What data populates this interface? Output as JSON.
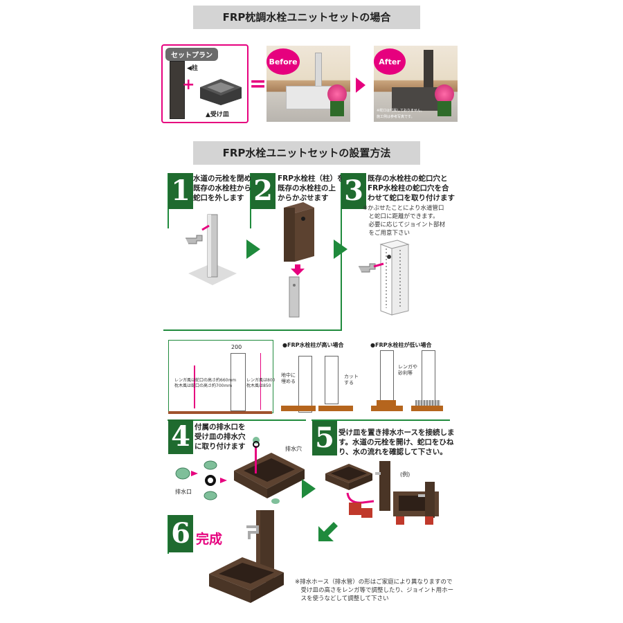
{
  "sections": {
    "set_title": "FRP枕調水栓ユニットセットの場合",
    "install_title": "FRP水栓ユニットセットの設置方法"
  },
  "set_plan": {
    "label": "セットプラン",
    "pillar_label": "◀柱",
    "basin_label": "▲受け皿",
    "plus": "+",
    "equals": "="
  },
  "photos": {
    "before_label": "Before",
    "after_label": "After",
    "after_caption_1": "※蛇口は付属しておりません。",
    "after_caption_2": "施工例は参考写真です。"
  },
  "steps": [
    {
      "num": "1",
      "text": "水道の元栓を閉め\n既存の水栓柱から\n蛇口を外します"
    },
    {
      "num": "2",
      "text": "FRP水栓柱（柱）を\n既存の水栓柱の上\nからかぶせます"
    },
    {
      "num": "3",
      "text": "既存の水栓柱の蛇口穴と\nFRP水栓柱の蛇口穴を合\nわせて蛇口を取り付けます",
      "note": "※かぶせたことにより水道管口\n　と蛇口に距離ができます。\n　必要に応じてジョイント部材\n　をご用意下さい"
    },
    {
      "num": "4",
      "text": "付属の排水口を\n受け皿の排水穴\nに取り付けます"
    },
    {
      "num": "5",
      "text": "受け皿を置き排水ホースを接続しま\nす。水道の元栓を開け、蛇口をひね\nり、水の流れを確認して下さい。"
    },
    {
      "num": "6",
      "text": "完成"
    }
  ],
  "dimensions": {
    "width": "200",
    "left_note": "レンガ風は蛇口の高さ約660mm\n枕木風は蛇口の高さ約700mm",
    "right_note": "レンガ風は800\n枕木風は850",
    "high_title": "●FRP水栓柱が高い場合",
    "low_title": "●FRP水栓柱が低い場合",
    "bury_label": "地中に\n埋める",
    "cut_label": "カット\nする",
    "brick_label": "レンガや\n砂利等"
  },
  "step4_labels": {
    "drain_hole": "排水穴",
    "drain_outlet": "排水口"
  },
  "step5_labels": {
    "example": "(例)"
  },
  "bottom_note": "※排水ホース（排水管）の形はご家庭により異なりますので\n　受け皿の高さをレンガ等で調整したり、ジョイント用ホー\n　スを使うなどして調整して下さい",
  "colors": {
    "accent_pink": "#e6007e",
    "step_green": "#1f6b2f",
    "arrow_green": "#1f8a3c",
    "wood_dark": "#4a3526",
    "header_gray": "#d4d4d4"
  }
}
